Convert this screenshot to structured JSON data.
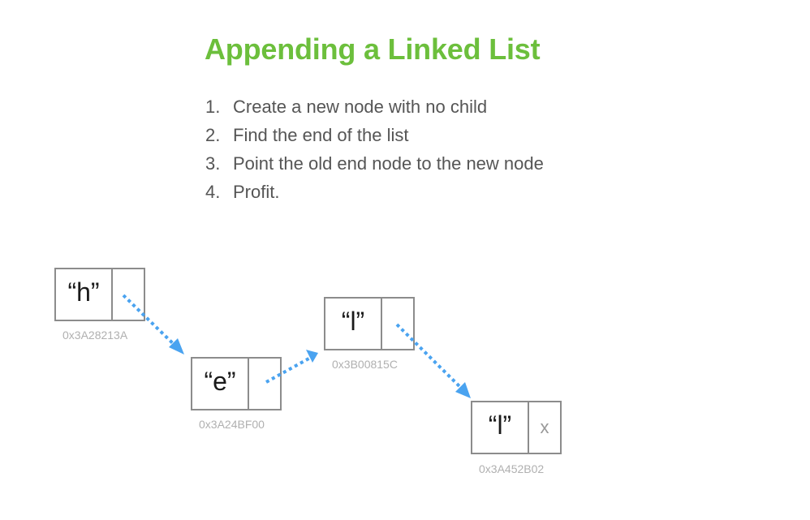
{
  "title": "Appending a Linked List",
  "steps": [
    {
      "num": "1.",
      "text": "Create a new node with no child"
    },
    {
      "num": "2.",
      "text": "Find the end of the list"
    },
    {
      "num": "3.",
      "text": "Point the old end node to the new node"
    },
    {
      "num": "4.",
      "text": "Profit."
    }
  ],
  "nodes": [
    {
      "value": "“h”",
      "pointer": "",
      "address": "0x3A28213A"
    },
    {
      "value": "“e”",
      "pointer": "",
      "address": "0x3A24BF00"
    },
    {
      "value": "“l”",
      "pointer": "",
      "address": "0x3B00815C"
    },
    {
      "value": "“l”",
      "pointer": "x",
      "address": "0x3A452B02"
    }
  ],
  "colors": {
    "title": "#6cbf3c",
    "arrow": "#4aa3f0",
    "node_border": "#8c8c8c",
    "address": "#b0b0b0"
  }
}
